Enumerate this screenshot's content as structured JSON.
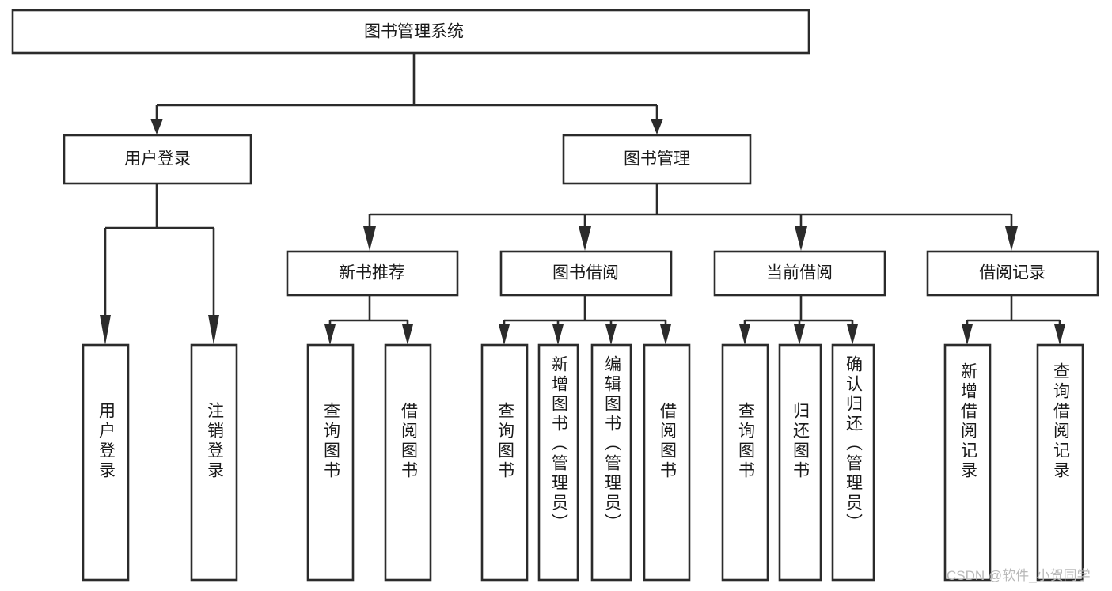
{
  "diagram": {
    "type": "tree-hierarchy",
    "title": "图书管理系统",
    "root": {
      "id": "root",
      "label": "图书管理系统"
    },
    "level1": [
      {
        "id": "user-login",
        "label": "用户登录"
      },
      {
        "id": "book-manage",
        "label": "图书管理"
      }
    ],
    "level2": [
      {
        "id": "new-book-rec",
        "label": "新书推荐",
        "parent": "book-manage"
      },
      {
        "id": "book-borrow",
        "label": "图书借阅",
        "parent": "book-manage"
      },
      {
        "id": "current-borrow",
        "label": "当前借阅",
        "parent": "book-manage"
      },
      {
        "id": "borrow-record",
        "label": "借阅记录",
        "parent": "book-manage"
      }
    ],
    "leaves": [
      {
        "id": "leaf-user-login",
        "label": "用户登录",
        "parent": "user-login"
      },
      {
        "id": "leaf-logout",
        "label": "注销登录",
        "parent": "user-login"
      },
      {
        "id": "leaf-query-book-1",
        "label": "查询图书",
        "parent": "new-book-rec"
      },
      {
        "id": "leaf-borrow-book-1",
        "label": "借阅图书",
        "parent": "new-book-rec"
      },
      {
        "id": "leaf-query-book-2",
        "label": "查询图书",
        "parent": "book-borrow"
      },
      {
        "id": "leaf-add-book",
        "label": "新增图书（管理员）",
        "parent": "book-borrow"
      },
      {
        "id": "leaf-edit-book",
        "label": "编辑图书（管理员）",
        "parent": "book-borrow"
      },
      {
        "id": "leaf-borrow-book-2",
        "label": "借阅图书",
        "parent": "book-borrow"
      },
      {
        "id": "leaf-query-book-3",
        "label": "查询图书",
        "parent": "current-borrow"
      },
      {
        "id": "leaf-return-book",
        "label": "归还图书",
        "parent": "current-borrow"
      },
      {
        "id": "leaf-confirm-return",
        "label": "确认归还（管理员）",
        "parent": "current-borrow"
      },
      {
        "id": "leaf-add-record",
        "label": "新增借阅记录",
        "parent": "borrow-record"
      },
      {
        "id": "leaf-query-record",
        "label": "查询借阅记录",
        "parent": "borrow-record"
      }
    ]
  },
  "watermark": {
    "text": "CSDN @软件_小贺同学"
  },
  "colors": {
    "box_stroke": "#2b2b2b",
    "box_fill": "#ffffff",
    "text": "#1a1a1a",
    "background": "#ffffff",
    "watermark": "#b9b9b9"
  }
}
